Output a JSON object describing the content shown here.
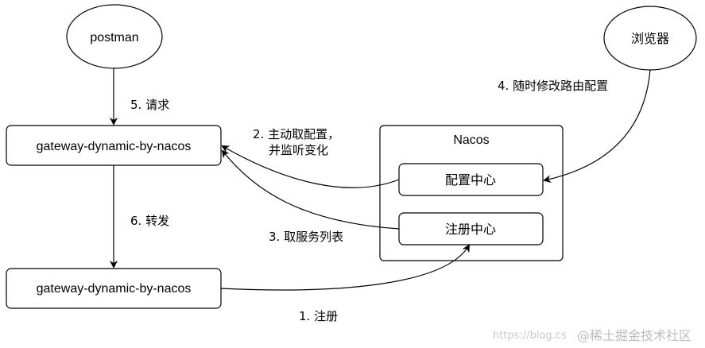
{
  "nodes": {
    "postman": "postman",
    "browser": "浏览器",
    "gateway_top": "gateway-dynamic-by-nacos",
    "gateway_bottom": "gateway-dynamic-by-nacos",
    "nacos": "Nacos",
    "config_center": "配置中心",
    "registry_center": "注册中心"
  },
  "edges": {
    "request": "5. 请求",
    "forward": "6. 转发",
    "fetch_config_line1": "2. 主动取配置，",
    "fetch_config_line2": "并监听变化",
    "fetch_services": "3. 取服务列表",
    "modify_route": "4. 随时修改路由配置",
    "register": "1. 注册"
  },
  "watermark": {
    "url": "https://blog.cs",
    "brand": "@稀土掘金技术社区"
  }
}
